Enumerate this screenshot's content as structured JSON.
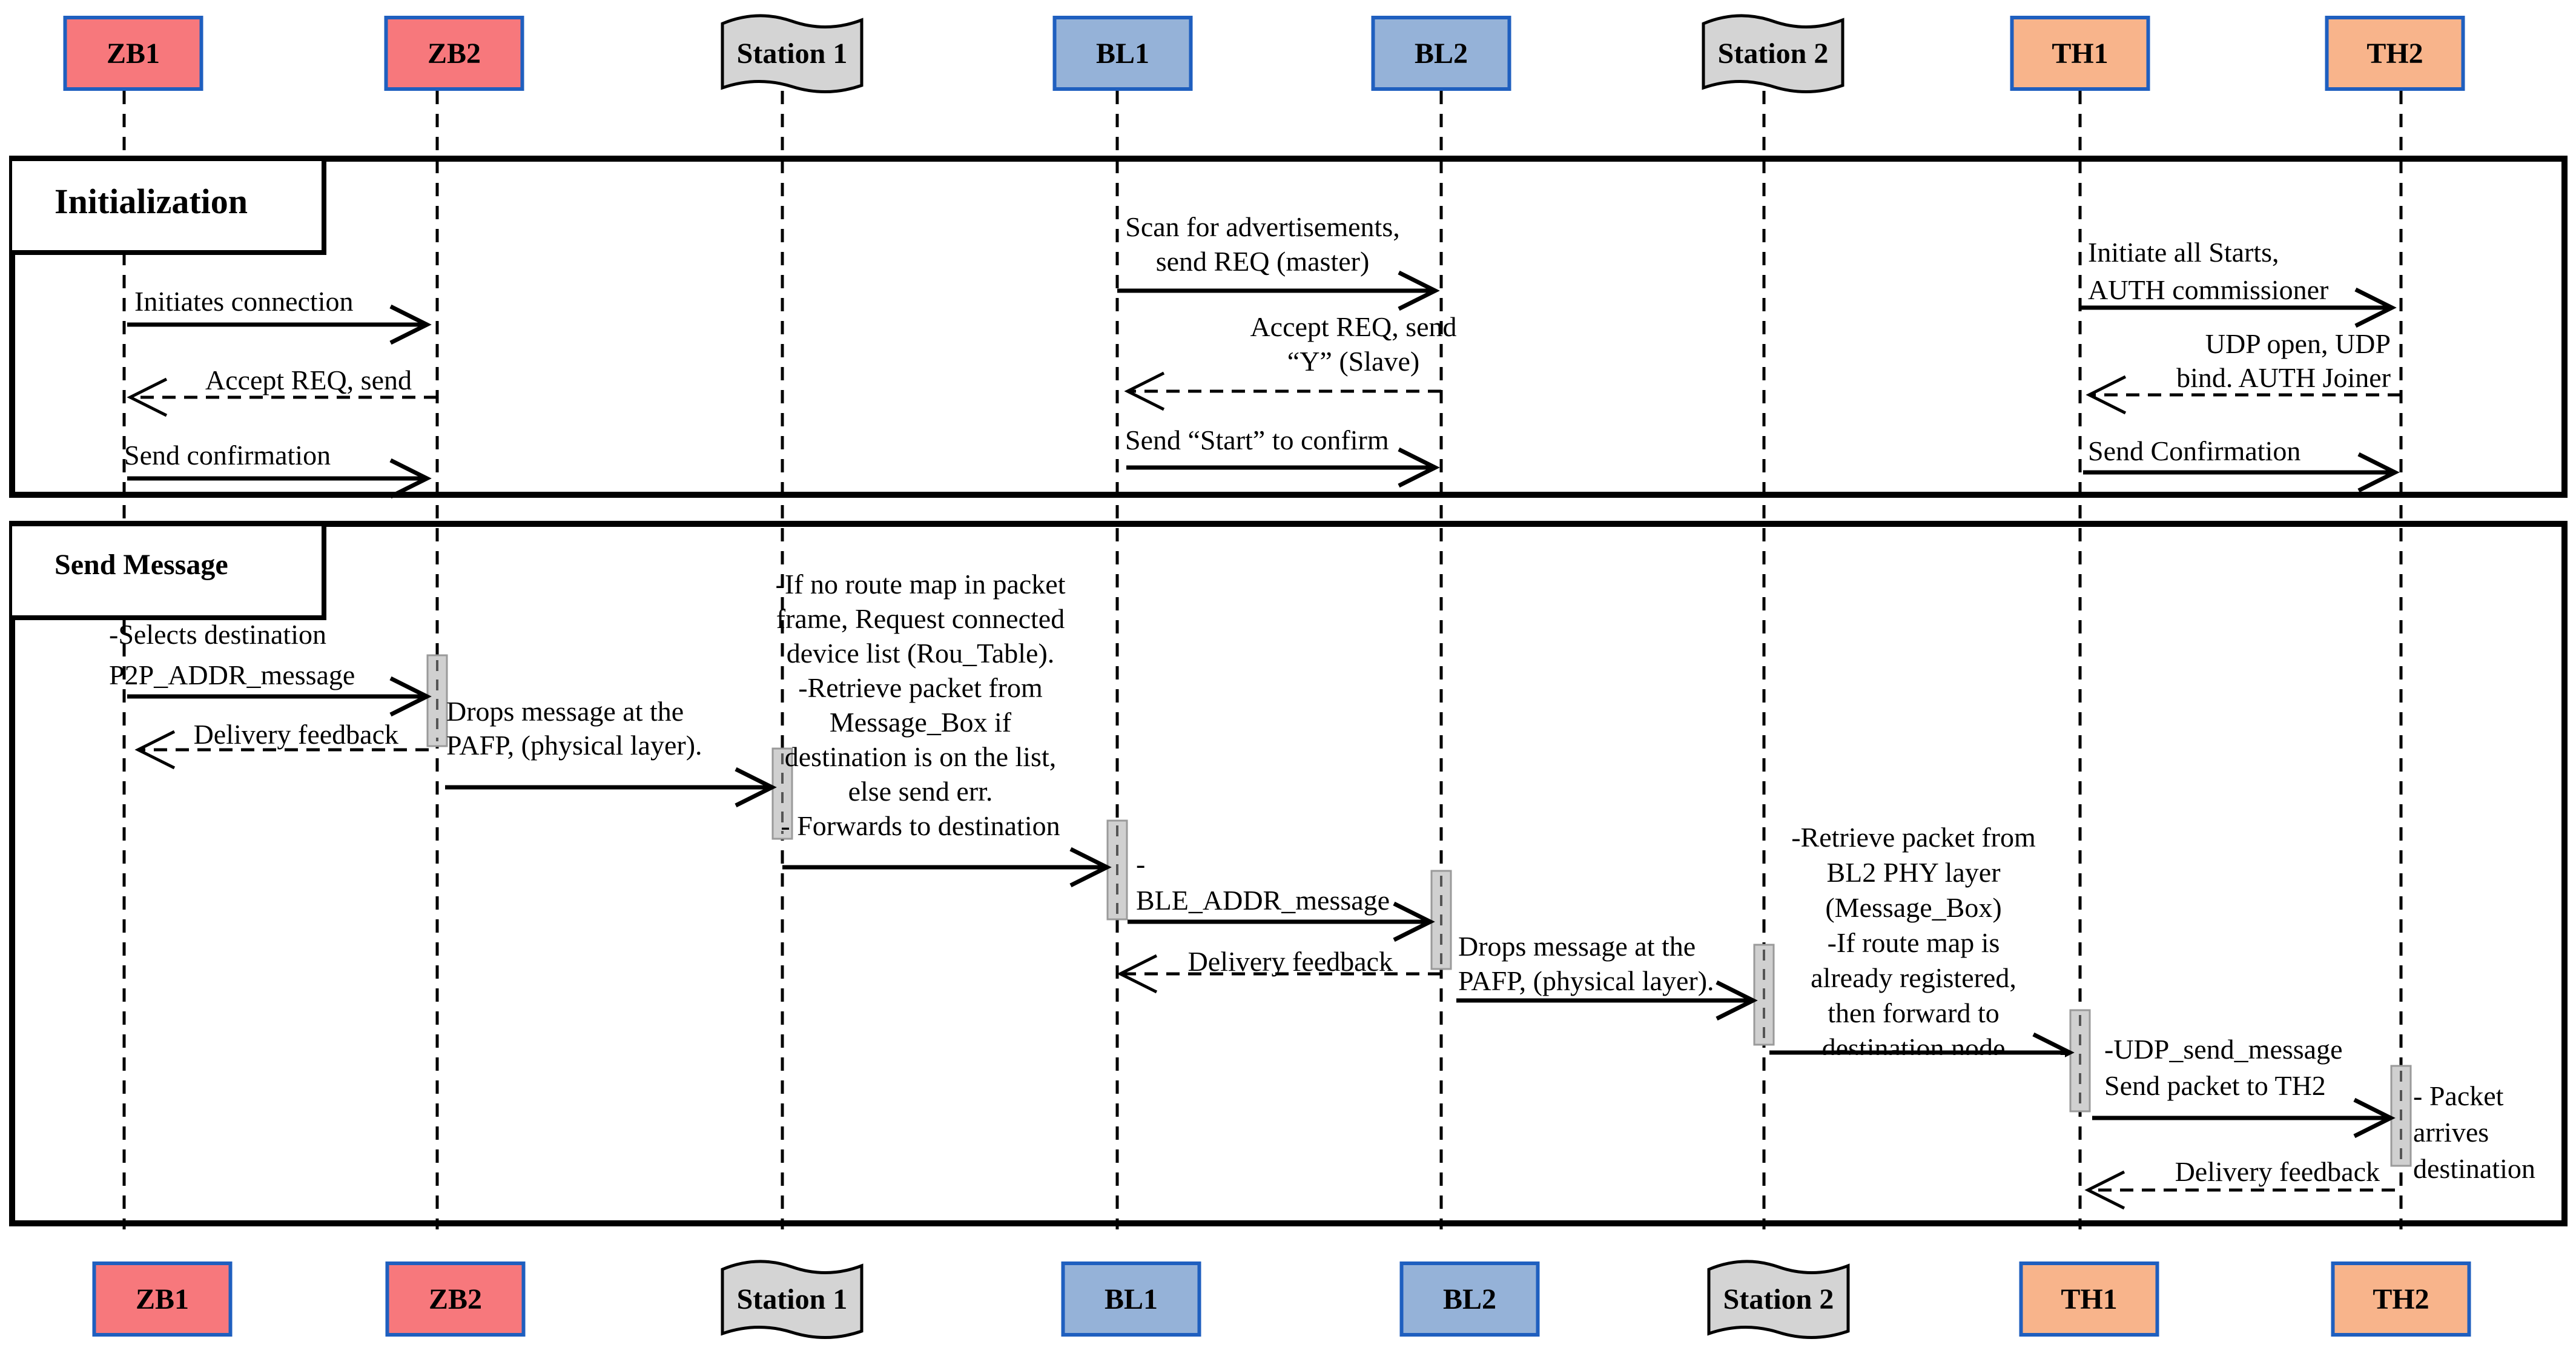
{
  "colors": {
    "zigbee_fill": "#f7787c",
    "bluetooth_fill": "#95b2d8",
    "thread_fill": "#f8b48b",
    "station_fill": "#d4d4d4",
    "box_stroke": "#1f5fbf",
    "activation_fill": "#d0d0d0",
    "line": "#000000"
  },
  "participants": [
    {
      "id": "zb1",
      "label": "ZB1",
      "kind": "zigbee"
    },
    {
      "id": "zb2",
      "label": "ZB2",
      "kind": "zigbee"
    },
    {
      "id": "st1",
      "label": "Station 1",
      "kind": "station"
    },
    {
      "id": "bl1",
      "label": "BL1",
      "kind": "bluetooth"
    },
    {
      "id": "bl2",
      "label": "BL2",
      "kind": "bluetooth"
    },
    {
      "id": "st2",
      "label": "Station 2",
      "kind": "station"
    },
    {
      "id": "th1",
      "label": "TH1",
      "kind": "thread"
    },
    {
      "id": "th2",
      "label": "TH2",
      "kind": "thread"
    }
  ],
  "frames": {
    "init": {
      "title": "Initialization"
    },
    "send": {
      "title": "Send Message"
    }
  },
  "messages": {
    "zb_init_1": "Initiates connection",
    "zb_init_2": "Accept REQ, send",
    "zb_init_3": "Send confirmation",
    "bl_init_1": [
      "Scan for advertisements,",
      "send REQ (master)"
    ],
    "bl_init_2": [
      "Accept REQ, send",
      "“Y” (Slave)"
    ],
    "bl_init_3": "Send “Start” to confirm",
    "th_init_1": [
      "Initiate all Starts,",
      "AUTH commissioner"
    ],
    "th_init_2": [
      "UDP   open,   UDP",
      "bind. AUTH Joiner"
    ],
    "th_init_3": "Send Confirmation",
    "zb_send_1": [
      "-Selects destination",
      "P2P_ADDR_message"
    ],
    "zb_send_2": "Delivery feedback",
    "zb2_note": [
      "Drops message at the",
      "PAFP, (physical layer)."
    ],
    "st1_note": [
      "-If no route map in packet",
      "frame, Request connected",
      "device list (Rou_Table).",
      "-Retrieve packet from",
      "Message_Box if",
      "destination is on the list,",
      "else send err.",
      "- Forwards to destination"
    ],
    "bl_send_1": [
      "-",
      "BLE_ADDR_message"
    ],
    "bl_send_2": "Delivery feedback",
    "bl2_note": [
      "Drops message at the",
      "PAFP, (physical layer)."
    ],
    "st2_note": [
      "-Retrieve packet from",
      "BL2 PHY layer",
      "(Message_Box)",
      "-If route map is",
      "already registered,",
      "then forward to",
      "destination node"
    ],
    "th_send_1": [
      "-UDP_send_message",
      "Send packet to TH2"
    ],
    "th2_note": [
      "- Packet",
      "arrives",
      "destination"
    ],
    "th_send_2": "Delivery feedback"
  }
}
